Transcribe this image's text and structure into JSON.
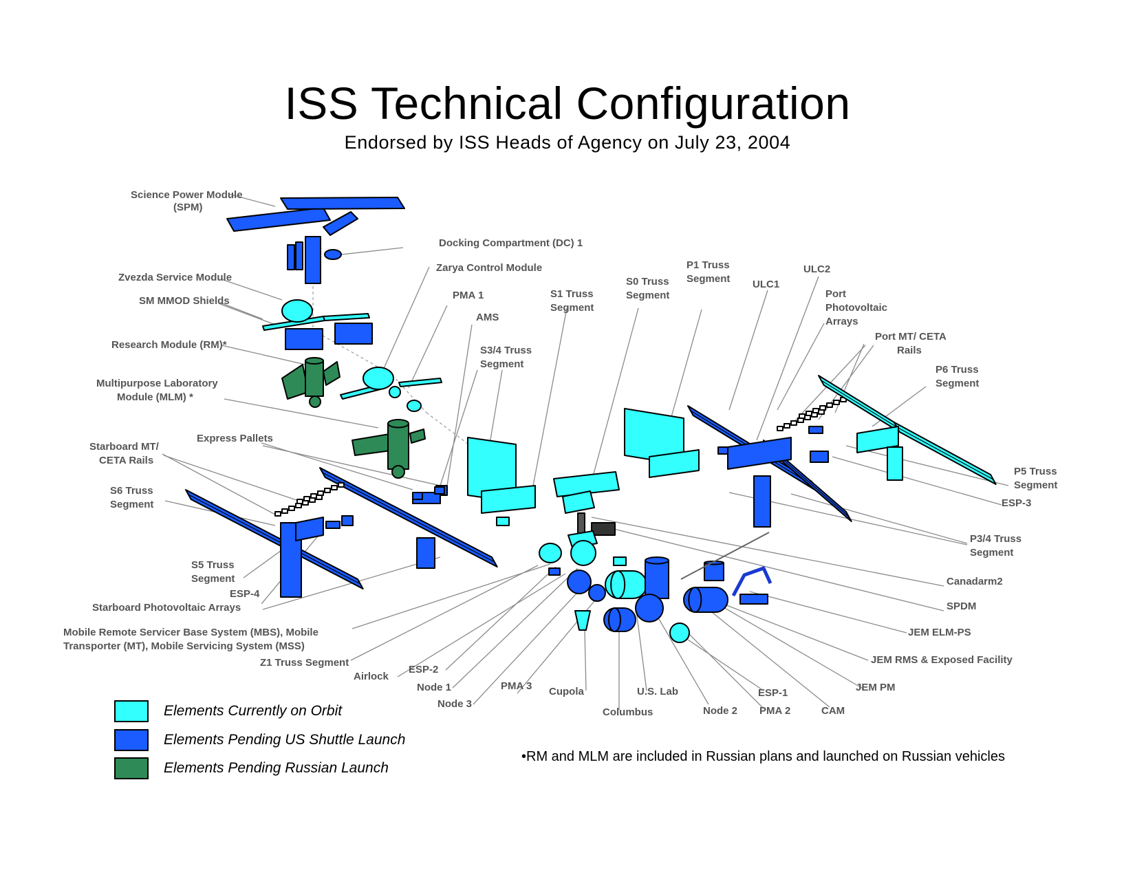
{
  "title": "ISS Technical Configuration",
  "subtitle": "Endorsed by ISS Heads of Agency on July 23, 2004",
  "colors": {
    "on_orbit": "#33ffff",
    "us_shuttle": "#1a5cff",
    "russian": "#2e8b57",
    "label": "#555555",
    "leader": "#8a8a8a"
  },
  "labels": [
    {
      "id": "spm",
      "lines": [
        "Science Power Module",
        "(SPM)"
      ]
    },
    {
      "id": "dc1",
      "lines": [
        "Docking Compartment (DC) 1"
      ]
    },
    {
      "id": "zarya",
      "lines": [
        "Zarya Control Module"
      ]
    },
    {
      "id": "zvezda",
      "lines": [
        "Zvezda Service Module"
      ]
    },
    {
      "id": "mmod",
      "lines": [
        "SM MMOD Shields"
      ]
    },
    {
      "id": "rm",
      "lines": [
        "Research Module (RM)*"
      ]
    },
    {
      "id": "mlm",
      "lines": [
        "Multipurpose Laboratory",
        "Module (MLM) *"
      ]
    },
    {
      "id": "pma1",
      "lines": [
        "PMA 1"
      ]
    },
    {
      "id": "ams",
      "lines": [
        "AMS"
      ]
    },
    {
      "id": "s1",
      "lines": [
        "S1 Truss",
        "Segment"
      ]
    },
    {
      "id": "s0",
      "lines": [
        "S0 Truss",
        "Segment"
      ]
    },
    {
      "id": "p1",
      "lines": [
        "P1 Truss",
        "Segment"
      ]
    },
    {
      "id": "ulc1",
      "lines": [
        "ULC1"
      ]
    },
    {
      "id": "ulc2",
      "lines": [
        "ULC2"
      ]
    },
    {
      "id": "port_pv",
      "lines": [
        "Port",
        "Photovoltaic",
        "Arrays"
      ]
    },
    {
      "id": "port_mt",
      "lines": [
        "Port MT/ CETA",
        "Rails"
      ]
    },
    {
      "id": "p6",
      "lines": [
        "P6 Truss",
        "Segment"
      ]
    },
    {
      "id": "s34",
      "lines": [
        "S3/4 Truss",
        "Segment"
      ]
    },
    {
      "id": "stbd_mt",
      "lines": [
        "Starboard MT/",
        "CETA Rails"
      ]
    },
    {
      "id": "express",
      "lines": [
        "Express Pallets"
      ]
    },
    {
      "id": "s6",
      "lines": [
        "S6 Truss",
        "Segment"
      ]
    },
    {
      "id": "p5",
      "lines": [
        "P5 Truss",
        "Segment"
      ]
    },
    {
      "id": "esp3",
      "lines": [
        "ESP-3"
      ]
    },
    {
      "id": "p34",
      "lines": [
        "P3/4 Truss",
        "Segment"
      ]
    },
    {
      "id": "s5",
      "lines": [
        "S5 Truss",
        "Segment"
      ]
    },
    {
      "id": "esp4",
      "lines": [
        "ESP-4"
      ]
    },
    {
      "id": "stbd_pv",
      "lines": [
        "Starboard Photovoltaic Arrays"
      ]
    },
    {
      "id": "canadarm2",
      "lines": [
        "Canadarm2"
      ]
    },
    {
      "id": "spdm",
      "lines": [
        "SPDM"
      ]
    },
    {
      "id": "mbs",
      "lines": [
        "Mobile Remote Servicer Base System (MBS), Mobile",
        "Transporter (MT), Mobile Servicing System (MSS)"
      ]
    },
    {
      "id": "jem_elm",
      "lines": [
        "JEM ELM-PS"
      ]
    },
    {
      "id": "jem_rms",
      "lines": [
        "JEM RMS & Exposed Facility"
      ]
    },
    {
      "id": "z1",
      "lines": [
        "Z1 Truss Segment"
      ]
    },
    {
      "id": "airlock",
      "lines": [
        "Airlock"
      ]
    },
    {
      "id": "esp2",
      "lines": [
        "ESP-2"
      ]
    },
    {
      "id": "node1",
      "lines": [
        "Node 1"
      ]
    },
    {
      "id": "node3",
      "lines": [
        "Node 3"
      ]
    },
    {
      "id": "pma3",
      "lines": [
        "PMA 3"
      ]
    },
    {
      "id": "cupola",
      "lines": [
        "Cupola"
      ]
    },
    {
      "id": "columbus",
      "lines": [
        "Columbus"
      ]
    },
    {
      "id": "uslab",
      "lines": [
        "U.S. Lab"
      ]
    },
    {
      "id": "node2",
      "lines": [
        "Node 2"
      ]
    },
    {
      "id": "esp1",
      "lines": [
        "ESP-1"
      ]
    },
    {
      "id": "pma2",
      "lines": [
        "PMA 2"
      ]
    },
    {
      "id": "cam",
      "lines": [
        "CAM"
      ]
    },
    {
      "id": "jem_pm",
      "lines": [
        "JEM PM"
      ]
    }
  ],
  "legend": [
    {
      "label": "Elements Currently on Orbit",
      "color_key": "on_orbit"
    },
    {
      "label": "Elements Pending US Shuttle Launch",
      "color_key": "us_shuttle"
    },
    {
      "label": "Elements Pending Russian Launch",
      "color_key": "russian"
    }
  ],
  "footnote": "•RM and MLM are included in Russian plans and launched on Russian vehicles"
}
